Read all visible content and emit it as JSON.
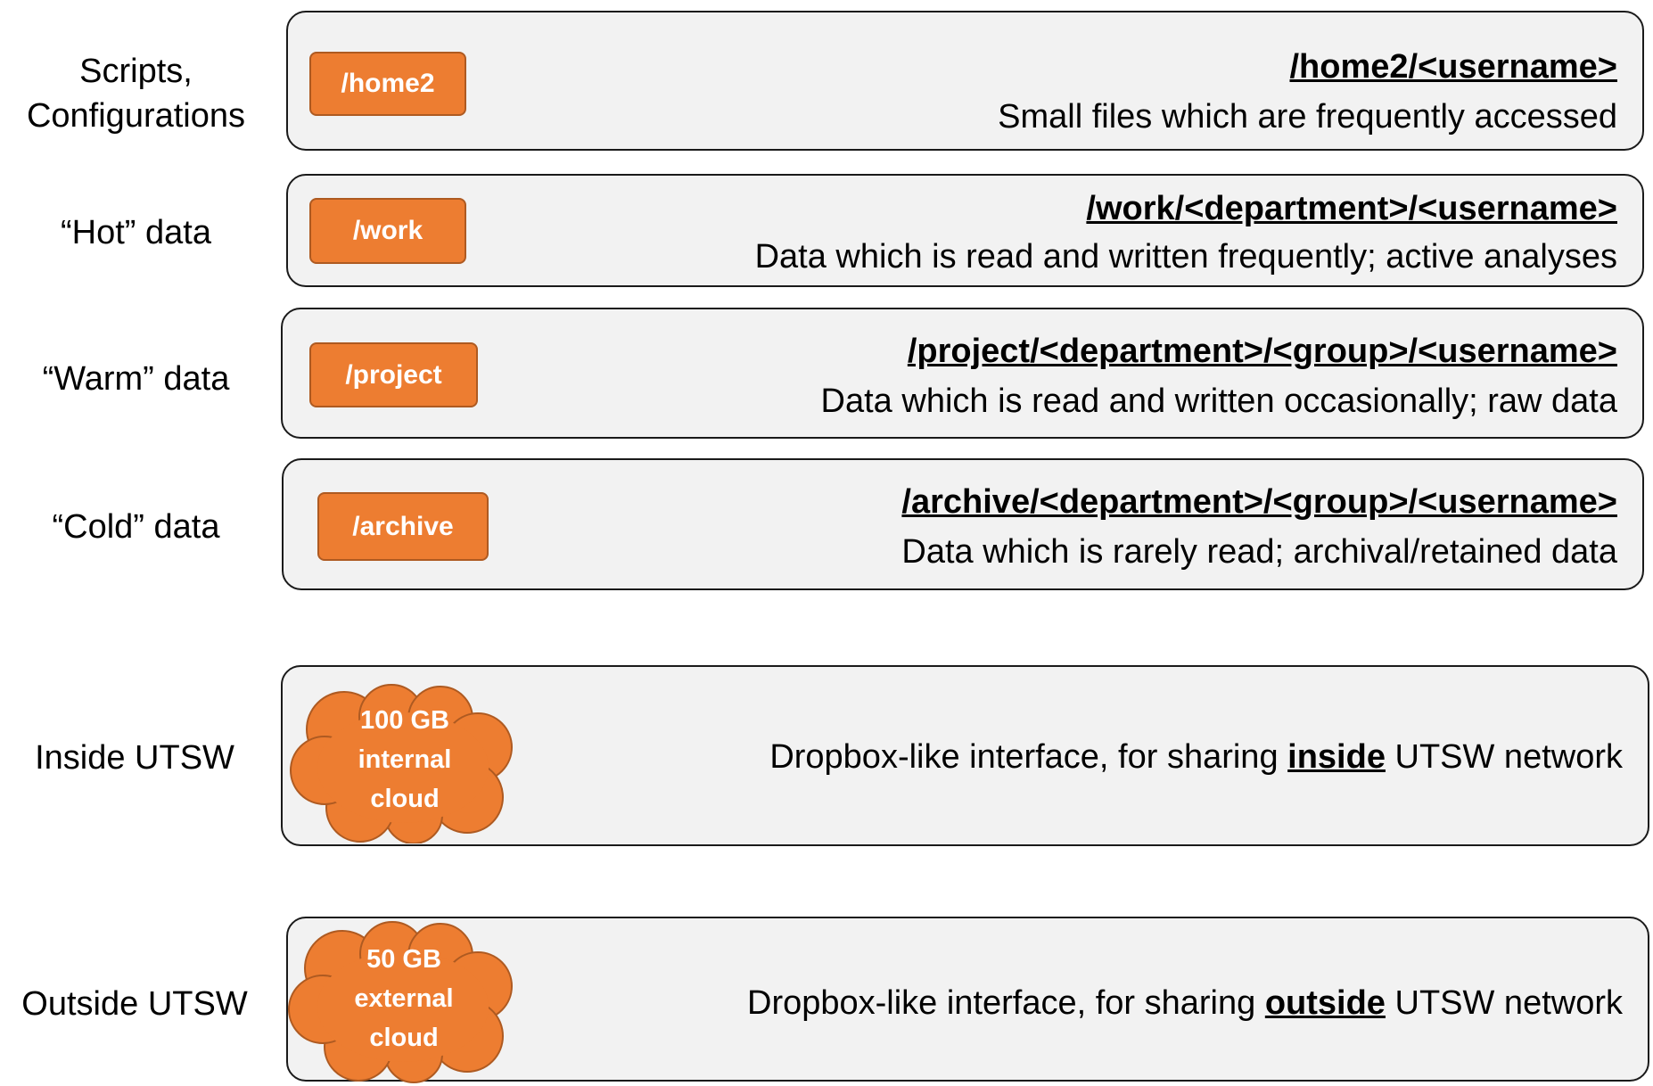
{
  "tiers": [
    {
      "label_lines": [
        "Scripts,",
        "Configurations"
      ],
      "tag": "/home2",
      "path": "/home2/<username>",
      "description": "Small files which are frequently accessed"
    },
    {
      "label_lines": [
        "“Hot” data"
      ],
      "tag": "/work",
      "path": "/work/<department>/<username>",
      "description": "Data which is read and written frequently; active analyses"
    },
    {
      "label_lines": [
        "“Warm” data"
      ],
      "tag": "/project",
      "path": "/project/<department>/<group>/<username>",
      "description": "Data which is read and written occasionally; raw data"
    },
    {
      "label_lines": [
        "“Cold” data"
      ],
      "tag": "/archive",
      "path": "/archive/<department>/<group>/<username>",
      "description": "Data which is rarely read; archival/retained data"
    }
  ],
  "clouds": [
    {
      "label": "Inside UTSW",
      "cloud_lines": [
        "100 GB",
        "internal",
        "cloud"
      ],
      "desc_prefix": "Dropbox-like interface, for sharing ",
      "desc_keyword": "inside",
      "desc_suffix": " UTSW network"
    },
    {
      "label": "Outside UTSW",
      "cloud_lines": [
        "50 GB",
        "external",
        "cloud"
      ],
      "desc_prefix": "Dropbox-like interface, for sharing ",
      "desc_keyword": "outside",
      "desc_suffix": " UTSW network"
    }
  ],
  "colors": {
    "tag_fill": "#ed7d31",
    "tag_border": "#ae5a21",
    "panel_fill": "#f2f2f2",
    "panel_border": "#1a1a1a"
  }
}
